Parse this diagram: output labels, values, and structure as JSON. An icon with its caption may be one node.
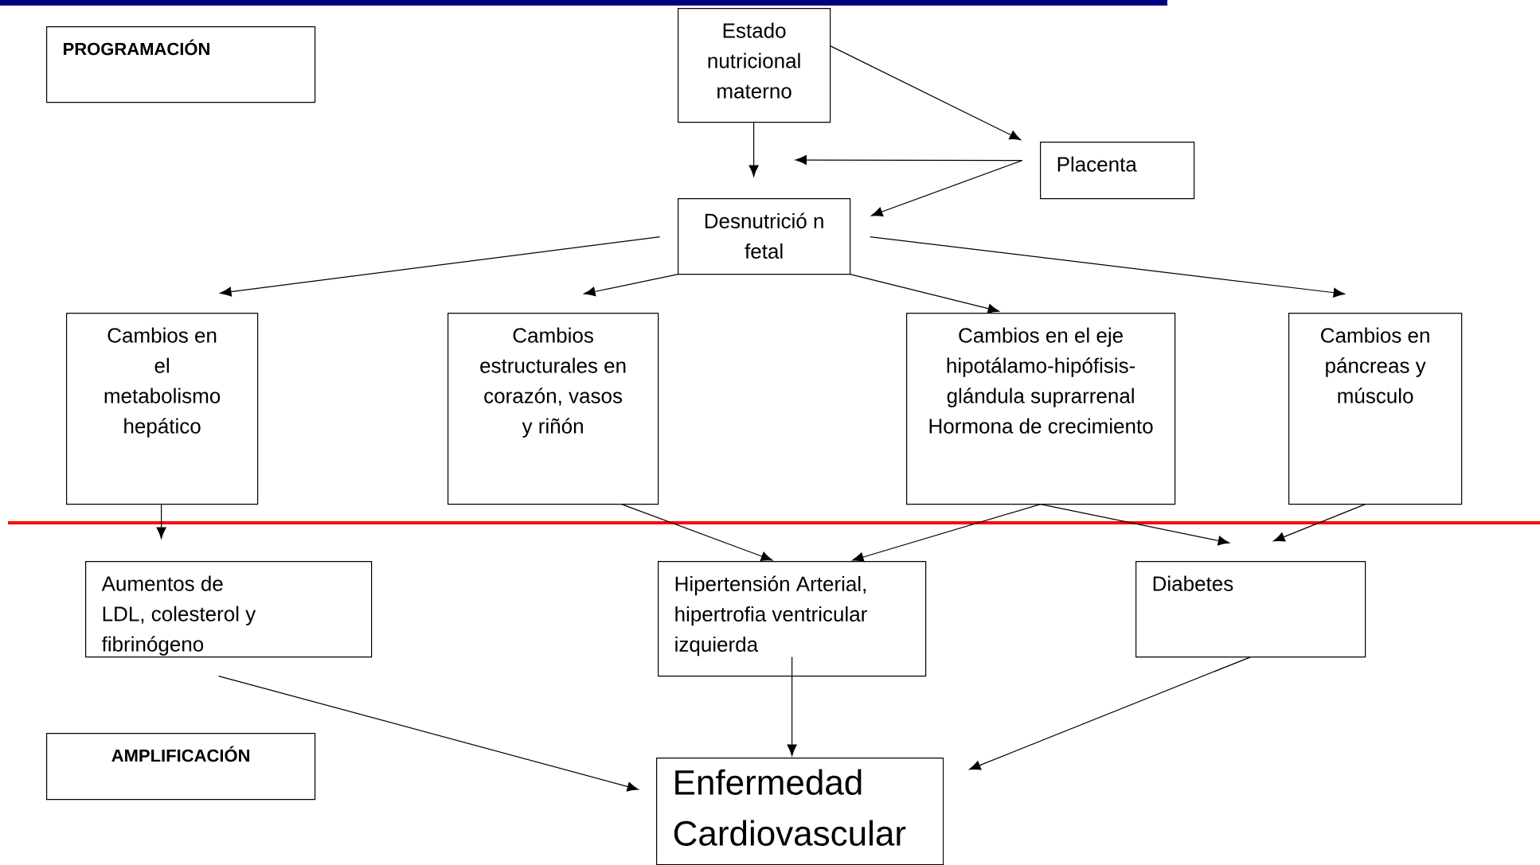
{
  "diagram": {
    "nodes": [
      {
        "text": [
          "PROGRAMACIÓN"
        ]
      },
      {
        "text": [
          "Estado nutricional materno"
        ]
      },
      {
        "text": [
          "Placenta"
        ]
      },
      {
        "text": [
          "Desnutrició n fetal"
        ]
      },
      {
        "text": [
          "Cambios en el metabolismo hepático"
        ]
      },
      {
        "text": [
          "Cambios estructurales en corazón, vasos y riñón"
        ]
      },
      {
        "text": [
          "Cambios en el eje hipotálamo-hipófisis-glándula suprarrenal Hormona de crecimiento"
        ]
      },
      {
        "text": [
          "Cambios en páncreas y músculo"
        ]
      },
      {
        "text": [
          "Aumentos de LDL, colesterol y fibrinógeno"
        ]
      },
      {
        "text": [
          "Hipertensión Arterial, hipertrofia ventricular izquierda"
        ]
      },
      {
        "text": [
          "Diabetes"
        ]
      },
      {
        "text": [
          "AMPLIFICACIÓN"
        ]
      },
      {
        "text": [
          "Enfermedad Cardiovascular"
        ]
      }
    ],
    "edges": [
      {
        "from": 1,
        "to": 3,
        "arrow": "to"
      },
      {
        "from": 1,
        "to": 2,
        "arrow": "to"
      },
      {
        "from": 2,
        "to": null,
        "arrow": "to"
      },
      {
        "from": 2,
        "to": 3,
        "arrow": "to"
      },
      {
        "from": 3,
        "to": 4,
        "arrow": "to"
      },
      {
        "from": 3,
        "to": 5,
        "arrow": "to"
      },
      {
        "from": 3,
        "to": 6,
        "arrow": "to"
      },
      {
        "from": 3,
        "to": 7,
        "arrow": "to"
      },
      {
        "from": 4,
        "to": 8,
        "arrow": "to"
      },
      {
        "from": 5,
        "to": 9,
        "arrow": "to"
      },
      {
        "from": 6,
        "to": 9,
        "arrow": "to"
      },
      {
        "from": 6,
        "to": 10,
        "arrow": "to"
      },
      {
        "from": 7,
        "to": 10,
        "arrow": "to"
      },
      {
        "from": 8,
        "to": 12,
        "arrow": "to"
      },
      {
        "from": 9,
        "to": 12,
        "arrow": "to"
      },
      {
        "from": 10,
        "to": 12,
        "arrow": "to"
      }
    ]
  }
}
